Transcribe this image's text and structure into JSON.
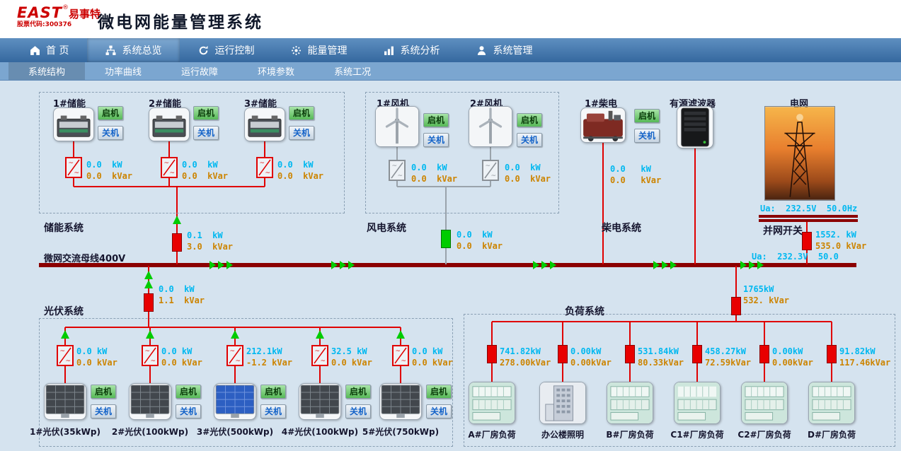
{
  "header": {
    "logo_en": "EAST",
    "logo_reg": "®",
    "logo_cn": "易事特",
    "logo_stock": "股票代码:300376",
    "title": "微电网能量管理系统"
  },
  "nav": {
    "items": [
      {
        "label": "首 页",
        "active": false
      },
      {
        "label": "系统总览",
        "active": true
      },
      {
        "label": "运行控制",
        "active": false
      },
      {
        "label": "能量管理",
        "active": false
      },
      {
        "label": "系统分析",
        "active": false
      },
      {
        "label": "系统管理",
        "active": false
      }
    ]
  },
  "subnav": {
    "items": [
      {
        "label": "系统结构",
        "active": true
      },
      {
        "label": "功率曲线",
        "active": false
      },
      {
        "label": "运行故障",
        "active": false
      },
      {
        "label": "环境参数",
        "active": false
      },
      {
        "label": "系统工况",
        "active": false
      }
    ]
  },
  "buttons": {
    "start": "启机",
    "stop": "关机"
  },
  "bus": {
    "label": "微网交流母线400V",
    "meas_right": "Ua:  232.3V  50.0"
  },
  "storage": {
    "label": "储能系统",
    "branch": {
      "kw": "0.1  kW",
      "kvar": "3.0  kVar"
    },
    "units": [
      {
        "name": "1#储能",
        "kw": "0.0  kW",
        "kvar": "0.0  kVar"
      },
      {
        "name": "2#储能",
        "kw": "0.0  kW",
        "kvar": "0.0  kVar"
      },
      {
        "name": "3#储能",
        "kw": "0.0  kW",
        "kvar": "0.0  kVar"
      }
    ]
  },
  "wind": {
    "label": "风电系统",
    "branch": {
      "kw": "0.0  kW",
      "kvar": "0.0  kVar"
    },
    "units": [
      {
        "name": "1#风机",
        "kw": "0.0  kW",
        "kvar": "0.0  kVar"
      },
      {
        "name": "2#风机",
        "kw": "0.0  kW",
        "kvar": "0.0  kVar"
      }
    ]
  },
  "diesel": {
    "label": "柴电系统",
    "unit": {
      "name": "1#柴电",
      "kw": "0.0   kW",
      "kvar": "0.0   kVar"
    }
  },
  "filter": {
    "name": "有源滤波器"
  },
  "grid": {
    "name": "电网",
    "meas": "Ua:  232.5V  50.0Hz",
    "switch_label": "并网开关",
    "kw": "1552. kW",
    "kvar": "535.0 kVar"
  },
  "pv": {
    "label": "光伏系统",
    "branch": {
      "kw": "0.0  kW",
      "kvar": "1.1  kVar"
    },
    "units": [
      {
        "name": "1#光伏(35kWp)",
        "kw": "0.0 kW",
        "kvar": "0.0 kVar"
      },
      {
        "name": "2#光伏(100kWp)",
        "kw": "0.0 kW",
        "kvar": "0.0 kVar"
      },
      {
        "name": "3#光伏(500kWp)",
        "kw": "212.1kW",
        "kvar": "-1.2 kVar"
      },
      {
        "name": "4#光伏(100kWp)",
        "kw": "32.5 kW",
        "kvar": "0.0 kVar"
      },
      {
        "name": "5#光伏(750kWp)",
        "kw": "0.0 kW",
        "kvar": "0.0 kVar"
      }
    ]
  },
  "load": {
    "label": "负荷系统",
    "branch": {
      "kw": "1765kW",
      "kvar": "532. kVar"
    },
    "units": [
      {
        "name": "A#厂房负荷",
        "kw": "741.82kW",
        "kvar": "278.00kVar"
      },
      {
        "name": "办公楼照明",
        "kw": "0.00kW",
        "kvar": "0.00kVar"
      },
      {
        "name": "B#厂房负荷",
        "kw": "531.84kW",
        "kvar": "80.33kVar"
      },
      {
        "name": "C1#厂房负荷",
        "kw": "458.27kW",
        "kvar": "72.59kVar"
      },
      {
        "name": "C2#厂房负荷",
        "kw": "0.00kW",
        "kvar": "0.00kVar"
      },
      {
        "name": "D#厂房负荷",
        "kw": "91.82kW",
        "kvar": "117.46kVar"
      }
    ]
  },
  "colors": {
    "kw_text": "#00b8f0",
    "kvar_text": "#cc8400",
    "bus": "#8b0000",
    "wire": "#e00000",
    "wind_wire": "#9aa3ab",
    "breaker_closed": "#e80000",
    "breaker_open": "#00cc00",
    "nav_bg": "#35689f"
  }
}
